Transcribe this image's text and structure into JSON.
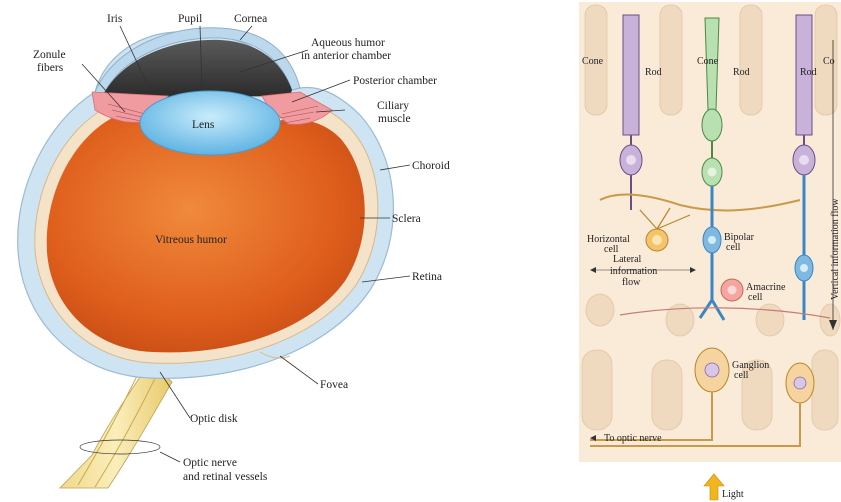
{
  "eye": {
    "iris": "Iris",
    "pupil": "Pupil",
    "cornea": "Cornea",
    "zonule_1": "Zonule",
    "zonule_2": "fibers",
    "aqueous_1": "Aqueous humor",
    "aqueous_2": "in anterior chamber",
    "posterior": "Posterior chamber",
    "ciliary_1": "Ciliary",
    "ciliary_2": "muscle",
    "lens": "Lens",
    "choroid": "Choroid",
    "vitreous": "Vitreous humor",
    "sclera": "Sclera",
    "retina": "Retina",
    "fovea": "Fovea",
    "optic_disk": "Optic disk",
    "optic_nerve_1": "Optic nerve",
    "optic_nerve_2": "and retinal vessels"
  },
  "retina": {
    "cone_left": "Cone",
    "rod_1": "Rod",
    "cone_mid": "Cone",
    "rod_2": "Rod",
    "rod_3": "Rod",
    "cone_right": "Co",
    "horizontal_1": "Horizontal",
    "horizontal_2": "cell",
    "bipolar_1": "Bipolar",
    "bipolar_2": "cell",
    "lateral_1": "Lateral",
    "lateral_2": "information",
    "lateral_3": "flow",
    "amacrine_1": "Amacrine",
    "amacrine_2": "cell",
    "ganglion_1": "Ganglion",
    "ganglion_2": "cell",
    "vertical": "Vertical information flow",
    "to_optic": "To optic nerve",
    "light": "Light"
  },
  "colors": {
    "vitreous": "#e0641f",
    "lens": "#8ccdf0",
    "sclera": "#cfe4f2",
    "rod": "#c9b2d9",
    "cone": "#b8e0b0",
    "bipolar": "#7fb8e0",
    "horizontal": "#f4c36a",
    "amacrine": "#f3a7a0",
    "ganglion": "#f6d4a0",
    "light_arrow": "#f2b51e"
  }
}
